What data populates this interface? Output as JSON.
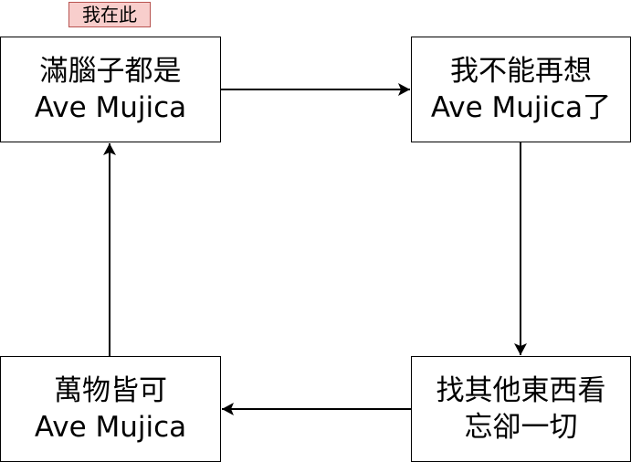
{
  "tag": {
    "label": "我在此",
    "fill": "#f8cecc",
    "stroke": "#b85450"
  },
  "nodes": {
    "top_left": {
      "line1": "滿腦子都是",
      "line2": "Ave Mujica"
    },
    "top_right": {
      "line1": "我不能再想",
      "line2": "Ave Mujica了"
    },
    "bottom_right": {
      "line1": "找其他東西看",
      "line2": "忘卻一切"
    },
    "bottom_left": {
      "line1": "萬物皆可",
      "line2": "Ave Mujica"
    }
  },
  "edges": [
    {
      "from": "top_left",
      "to": "top_right"
    },
    {
      "from": "top_right",
      "to": "bottom_right"
    },
    {
      "from": "bottom_right",
      "to": "bottom_left"
    },
    {
      "from": "bottom_left",
      "to": "top_left"
    }
  ],
  "colors": {
    "stroke": "#000000",
    "background": "#ffffff"
  }
}
